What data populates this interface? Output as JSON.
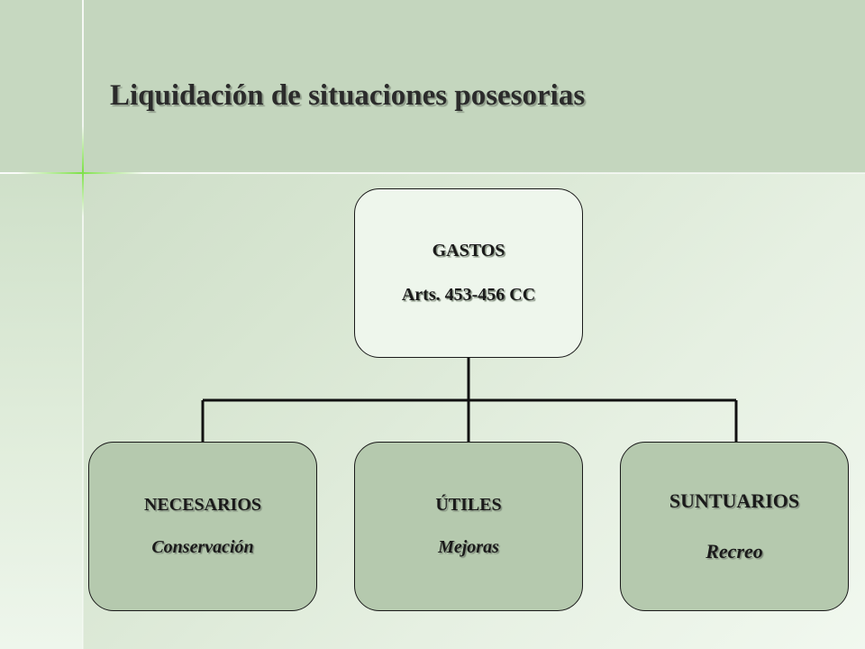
{
  "title": "Liquidación de situaciones posesorias",
  "root": {
    "heading": "GASTOS",
    "sub": "Arts. 453-456 CC"
  },
  "children": [
    {
      "heading": "NECESARIOS",
      "sub": "Conservación"
    },
    {
      "heading": "ÚTILES",
      "sub": "Mejoras"
    },
    {
      "heading": "SUNTUARIOS",
      "sub": "Recreo"
    }
  ],
  "colors": {
    "header_band": "#c4d6be",
    "root_box": "#eef6ec",
    "child_box": "#b5c9ae",
    "connector": "#111111",
    "accent_spark": "#7fe14a"
  }
}
